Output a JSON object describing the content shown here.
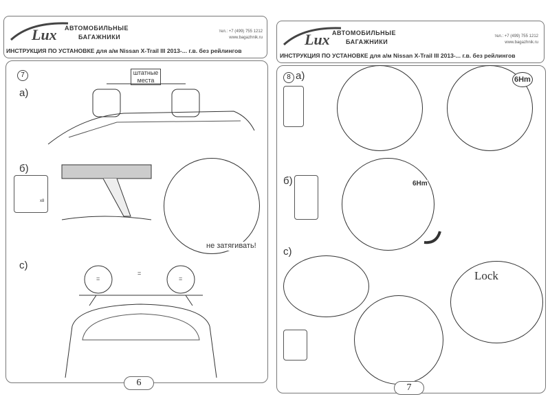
{
  "header": {
    "brand_line1": "АВТОМОБИЛЬНЫЕ",
    "brand_line2": "БАГАЖНИКИ",
    "logo_text": "Lux",
    "phone": "тел.: +7 (499) 755 1212",
    "website": "www.bagazhnik.ru",
    "title": "ИНСТРУКЦИЯ ПО УСТАНОВКЕ для а/м Nissan X-Trail III 2013-... г.в. без рейлингов"
  },
  "left_page": {
    "step": "7",
    "a_label": "а)",
    "stock_places": "штатные места",
    "b_label": "б)",
    "qty": "x8",
    "warning": "не затягивать!",
    "c_label": "с)",
    "equal_marks": [
      "=",
      "=",
      "="
    ],
    "page_number": "6"
  },
  "right_page": {
    "step": "8",
    "a_label": "а)",
    "hex_a": "6Hm",
    "b_label": "б)",
    "hex_b": "6Hm",
    "c_label": "с)",
    "lock": "Lock",
    "page_number": "7"
  }
}
